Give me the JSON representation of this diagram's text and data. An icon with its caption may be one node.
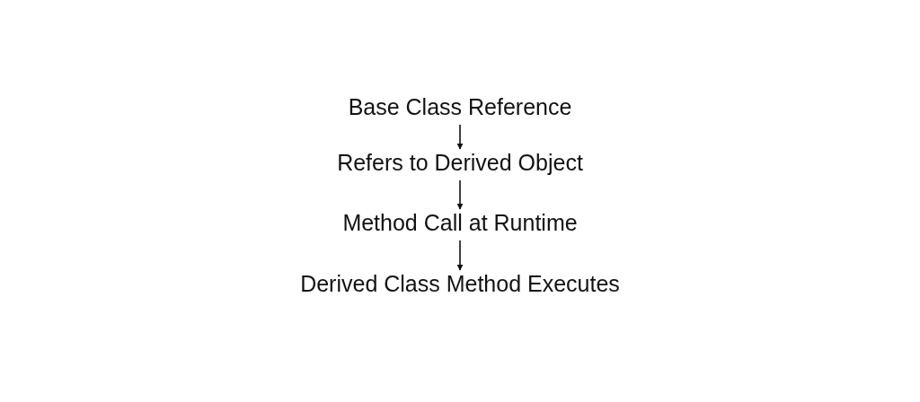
{
  "diagram": {
    "nodes": [
      {
        "text": [
          "Base Class Reference"
        ]
      },
      {
        "text": [
          "Refers to Derived Object"
        ]
      },
      {
        "text": [
          "Method Call at Runtime"
        ]
      },
      {
        "text": [
          "Derived Class Method Executes"
        ]
      }
    ],
    "edges": [
      {
        "from": 0,
        "to": 1,
        "arrow": "to"
      },
      {
        "from": 1,
        "to": 2,
        "arrow": "to"
      },
      {
        "from": 2,
        "to": 3,
        "arrow": "to"
      }
    ]
  }
}
